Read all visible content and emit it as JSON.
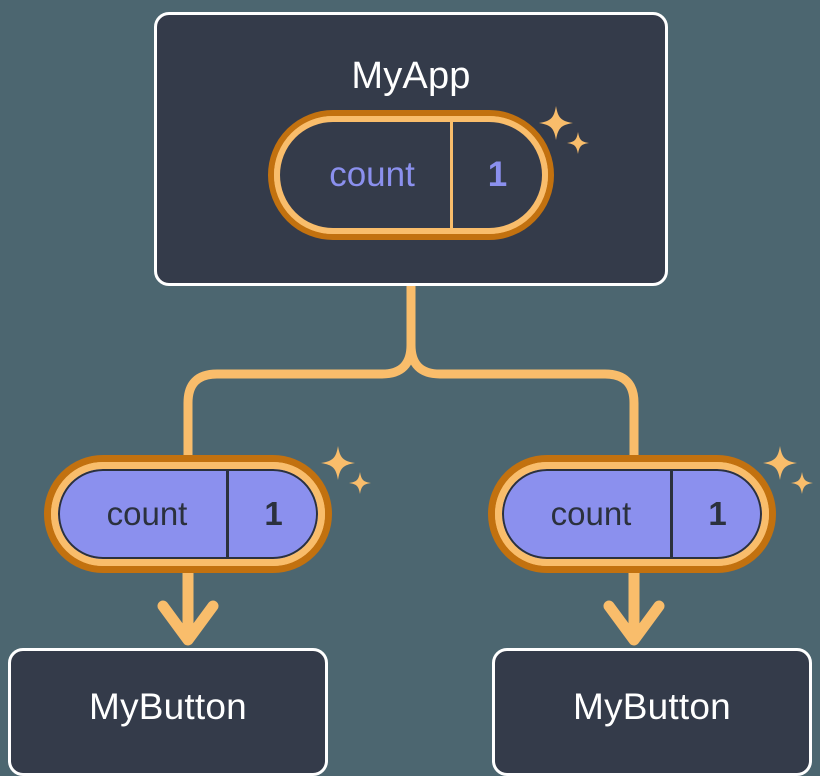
{
  "diagram": {
    "title": "Signals propagation component tree",
    "background_color": "#4c6670",
    "card_fill": "#343b4a",
    "card_border": "#ffffff",
    "accent_amber": "#f9bd6b",
    "accent_orange": "#c2710f",
    "accent_periwinkle": "#8b90ee",
    "wire_color": "#f9bd6b"
  },
  "root": {
    "component_label": "MyApp",
    "signal": {
      "name": "count",
      "value": "1",
      "style": "dark-fill"
    },
    "sparkle_icon": "sparkles-icon"
  },
  "branches": [
    {
      "signal": {
        "name": "count",
        "value": "1",
        "style": "periwinkle-fill"
      },
      "sparkle_icon": "sparkles-icon",
      "component_label": "MyButton"
    },
    {
      "signal": {
        "name": "count",
        "value": "1",
        "style": "periwinkle-fill"
      },
      "sparkle_icon": "sparkles-icon",
      "component_label": "MyButton"
    }
  ]
}
